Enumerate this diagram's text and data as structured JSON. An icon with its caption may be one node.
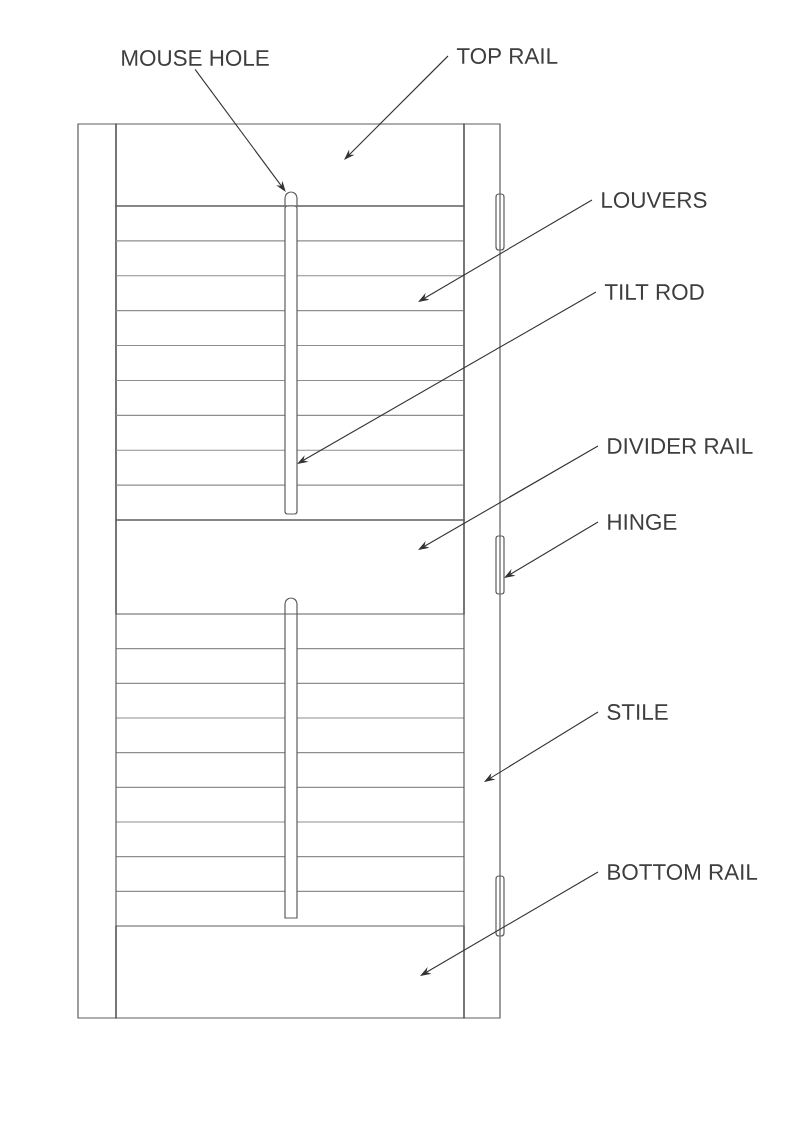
{
  "diagram": {
    "nodes": [
      {
        "text": [
          "MOUSE HOLE"
        ]
      },
      {
        "text": [
          "TOP RAIL"
        ]
      },
      {
        "text": [
          "LOUVERS"
        ]
      },
      {
        "text": [
          "TILT ROD"
        ]
      },
      {
        "text": [
          "DIVIDER RAIL"
        ]
      },
      {
        "text": [
          "HINGE"
        ]
      },
      {
        "text": [
          "STILE"
        ]
      },
      {
        "text": [
          "BOTTOM RAIL"
        ]
      },
      {
        "text": [],
        "shape": "box"
      },
      {
        "text": [],
        "shape": "box"
      },
      {
        "text": [],
        "shape": "arc",
        "in": 9
      },
      {
        "text": [],
        "shape": "box"
      },
      {
        "text": [],
        "shape": "bar",
        "in": 11
      },
      {
        "text": [],
        "shape": "box"
      },
      {
        "text": [],
        "shape": "bar"
      },
      {
        "text": [],
        "shape": "box"
      },
      {
        "text": [],
        "shape": "box"
      }
    ],
    "edges": [
      {
        "from": 0,
        "to": 10,
        "arrow": "to"
      },
      {
        "from": 1,
        "to": 9,
        "arrow": "to"
      },
      {
        "from": 2,
        "to": 11,
        "arrow": "to"
      },
      {
        "from": 3,
        "to": 12,
        "arrow": "to"
      },
      {
        "from": 4,
        "to": 13,
        "arrow": "to"
      },
      {
        "from": 5,
        "to": 14,
        "arrow": "to"
      },
      {
        "from": 6,
        "to": 15,
        "arrow": "to"
      },
      {
        "from": 7,
        "to": 16,
        "arrow": "to"
      }
    ]
  }
}
